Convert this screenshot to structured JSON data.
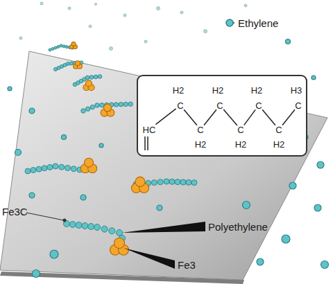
{
  "diagram": {
    "nodes": [
      {
        "text": [
          "H2",
          "H2",
          "H2",
          "H3",
          "C",
          "C",
          "C",
          "C",
          "HC",
          "C",
          "C",
          "C",
          "H2",
          "H2",
          "H2"
        ]
      }
    ],
    "labels": [
      "Ethylene",
      "Fe3C",
      "Polyethylene",
      "Fe3"
    ]
  }
}
